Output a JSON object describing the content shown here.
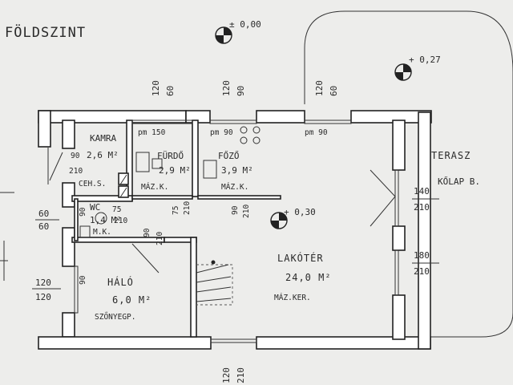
{
  "plan": {
    "title": "FÖLDSZINT",
    "levels": {
      "entry": "± 0,00",
      "terrace": "+ 0,27",
      "living": "+ 0,30"
    },
    "rooms": {
      "kamra": {
        "name": "KAMRA",
        "dim_w": "90",
        "dim_h": "210",
        "area": "2,6 M²",
        "note": "CEH.S."
      },
      "furdo": {
        "name": "FÜRDŐ",
        "area": "2,9 M²",
        "floor": "MÁZ.K.",
        "door": "pm 150"
      },
      "fozo": {
        "name": "FŐZŐ",
        "area": "3,9 M²",
        "floor": "MÁZ.K.",
        "door": "pm 90"
      },
      "wc": {
        "name": "WC",
        "dim": "75",
        "dim_h": "210",
        "area": "1,4 M²",
        "floor": "M.K."
      },
      "halo": {
        "name": "HÁLÓ",
        "area": "6,0 M²",
        "floor": "SZŐNYEGP."
      },
      "lakoter": {
        "name": "LAKÓTÉR",
        "area": "24,0 M²",
        "floor": "MÁZ.KER."
      },
      "terasz": {
        "name": "TERASZ",
        "floor": "KŐLAP B."
      }
    },
    "openings": {
      "top_1": {
        "w": "120",
        "h": "60"
      },
      "top_2": {
        "w": "120",
        "h": "90"
      },
      "top_3": {
        "w": "120",
        "h": "60"
      },
      "door_lakoter_top": "pm 90",
      "left_1": {
        "w": "60",
        "h": "60"
      },
      "left_2": {
        "w": "120",
        "h": "120"
      },
      "halo_door": {
        "w": "90",
        "h": "210"
      },
      "kamra_door": "90",
      "furdo_door": {
        "w": "75",
        "h": "210"
      },
      "fozo_door": {
        "w": "90",
        "h": "210"
      },
      "wc_door": {
        "w": "90",
        "h": "210"
      },
      "terasz_1": {
        "w": "140",
        "h": "210"
      },
      "terasz_2": {
        "w": "180",
        "h": "210"
      },
      "bottom": {
        "w": "120",
        "h": "210"
      }
    }
  }
}
